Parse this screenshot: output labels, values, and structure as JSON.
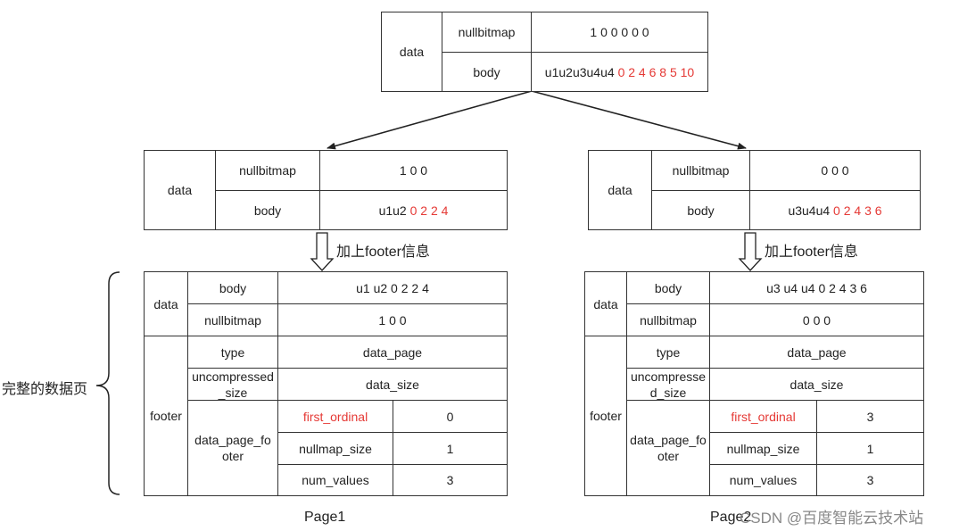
{
  "top": {
    "data_label": "data",
    "nullbitmap_label": "nullbitmap",
    "nullbitmap_value": "1 0 0 0 0 0",
    "body_label": "body",
    "body_prefix": "u1u2u3u4u4",
    "body_numbers": "0 2 4 6 8 5 10"
  },
  "left_split": {
    "data_label": "data",
    "nullbitmap_label": "nullbitmap",
    "nullbitmap_value": "1 0 0",
    "body_label": "body",
    "body_prefix": "u1u2",
    "body_numbers": "0 2 2 4"
  },
  "right_split": {
    "data_label": "data",
    "nullbitmap_label": "nullbitmap",
    "nullbitmap_value": "0 0 0",
    "body_label": "body",
    "body_prefix": "u3u4u4",
    "body_numbers": "0 2 4 3 6"
  },
  "footer_note": "加上footer信息",
  "brace_label": "完整的数据页",
  "page1": {
    "data_label": "data",
    "body_label": "body",
    "body_value": "u1 u2 0 2 2 4",
    "nullbitmap_label": "nullbitmap",
    "nullbitmap_value": "1 0 0",
    "footer_label": "footer",
    "type_label": "type",
    "type_value": "data_page",
    "uncompressed_label_1": "uncompressed",
    "uncompressed_label_2": "_size",
    "uncompressed_value": "data_size",
    "dpf_label_1": "data_page_fo",
    "dpf_label_2": "oter",
    "first_ordinal_label": "first_ordinal",
    "first_ordinal_value": "0",
    "nullmap_size_label": "nullmap_size",
    "nullmap_size_value": "1",
    "num_values_label": "num_values",
    "num_values_value": "3",
    "caption": "Page1"
  },
  "page2": {
    "data_label": "data",
    "body_label": "body",
    "body_value": "u3 u4 u4 0 2 4 3 6",
    "nullbitmap_label": "nullbitmap",
    "nullbitmap_value": "0 0 0",
    "footer_label": "footer",
    "type_label": "type",
    "type_value": "data_page",
    "uncompressed_label_1": "uncompresse",
    "uncompressed_label_2": "d_size",
    "uncompressed_value": "data_size",
    "dpf_label_1": "data_page_fo",
    "dpf_label_2": "oter",
    "first_ordinal_label": "first_ordinal",
    "first_ordinal_value": "3",
    "nullmap_size_label": "nullmap_size",
    "nullmap_size_value": "1",
    "num_values_label": "num_values",
    "num_values_value": "3",
    "caption": "Page2"
  },
  "watermark": "CSDN @百度智能云技术站"
}
